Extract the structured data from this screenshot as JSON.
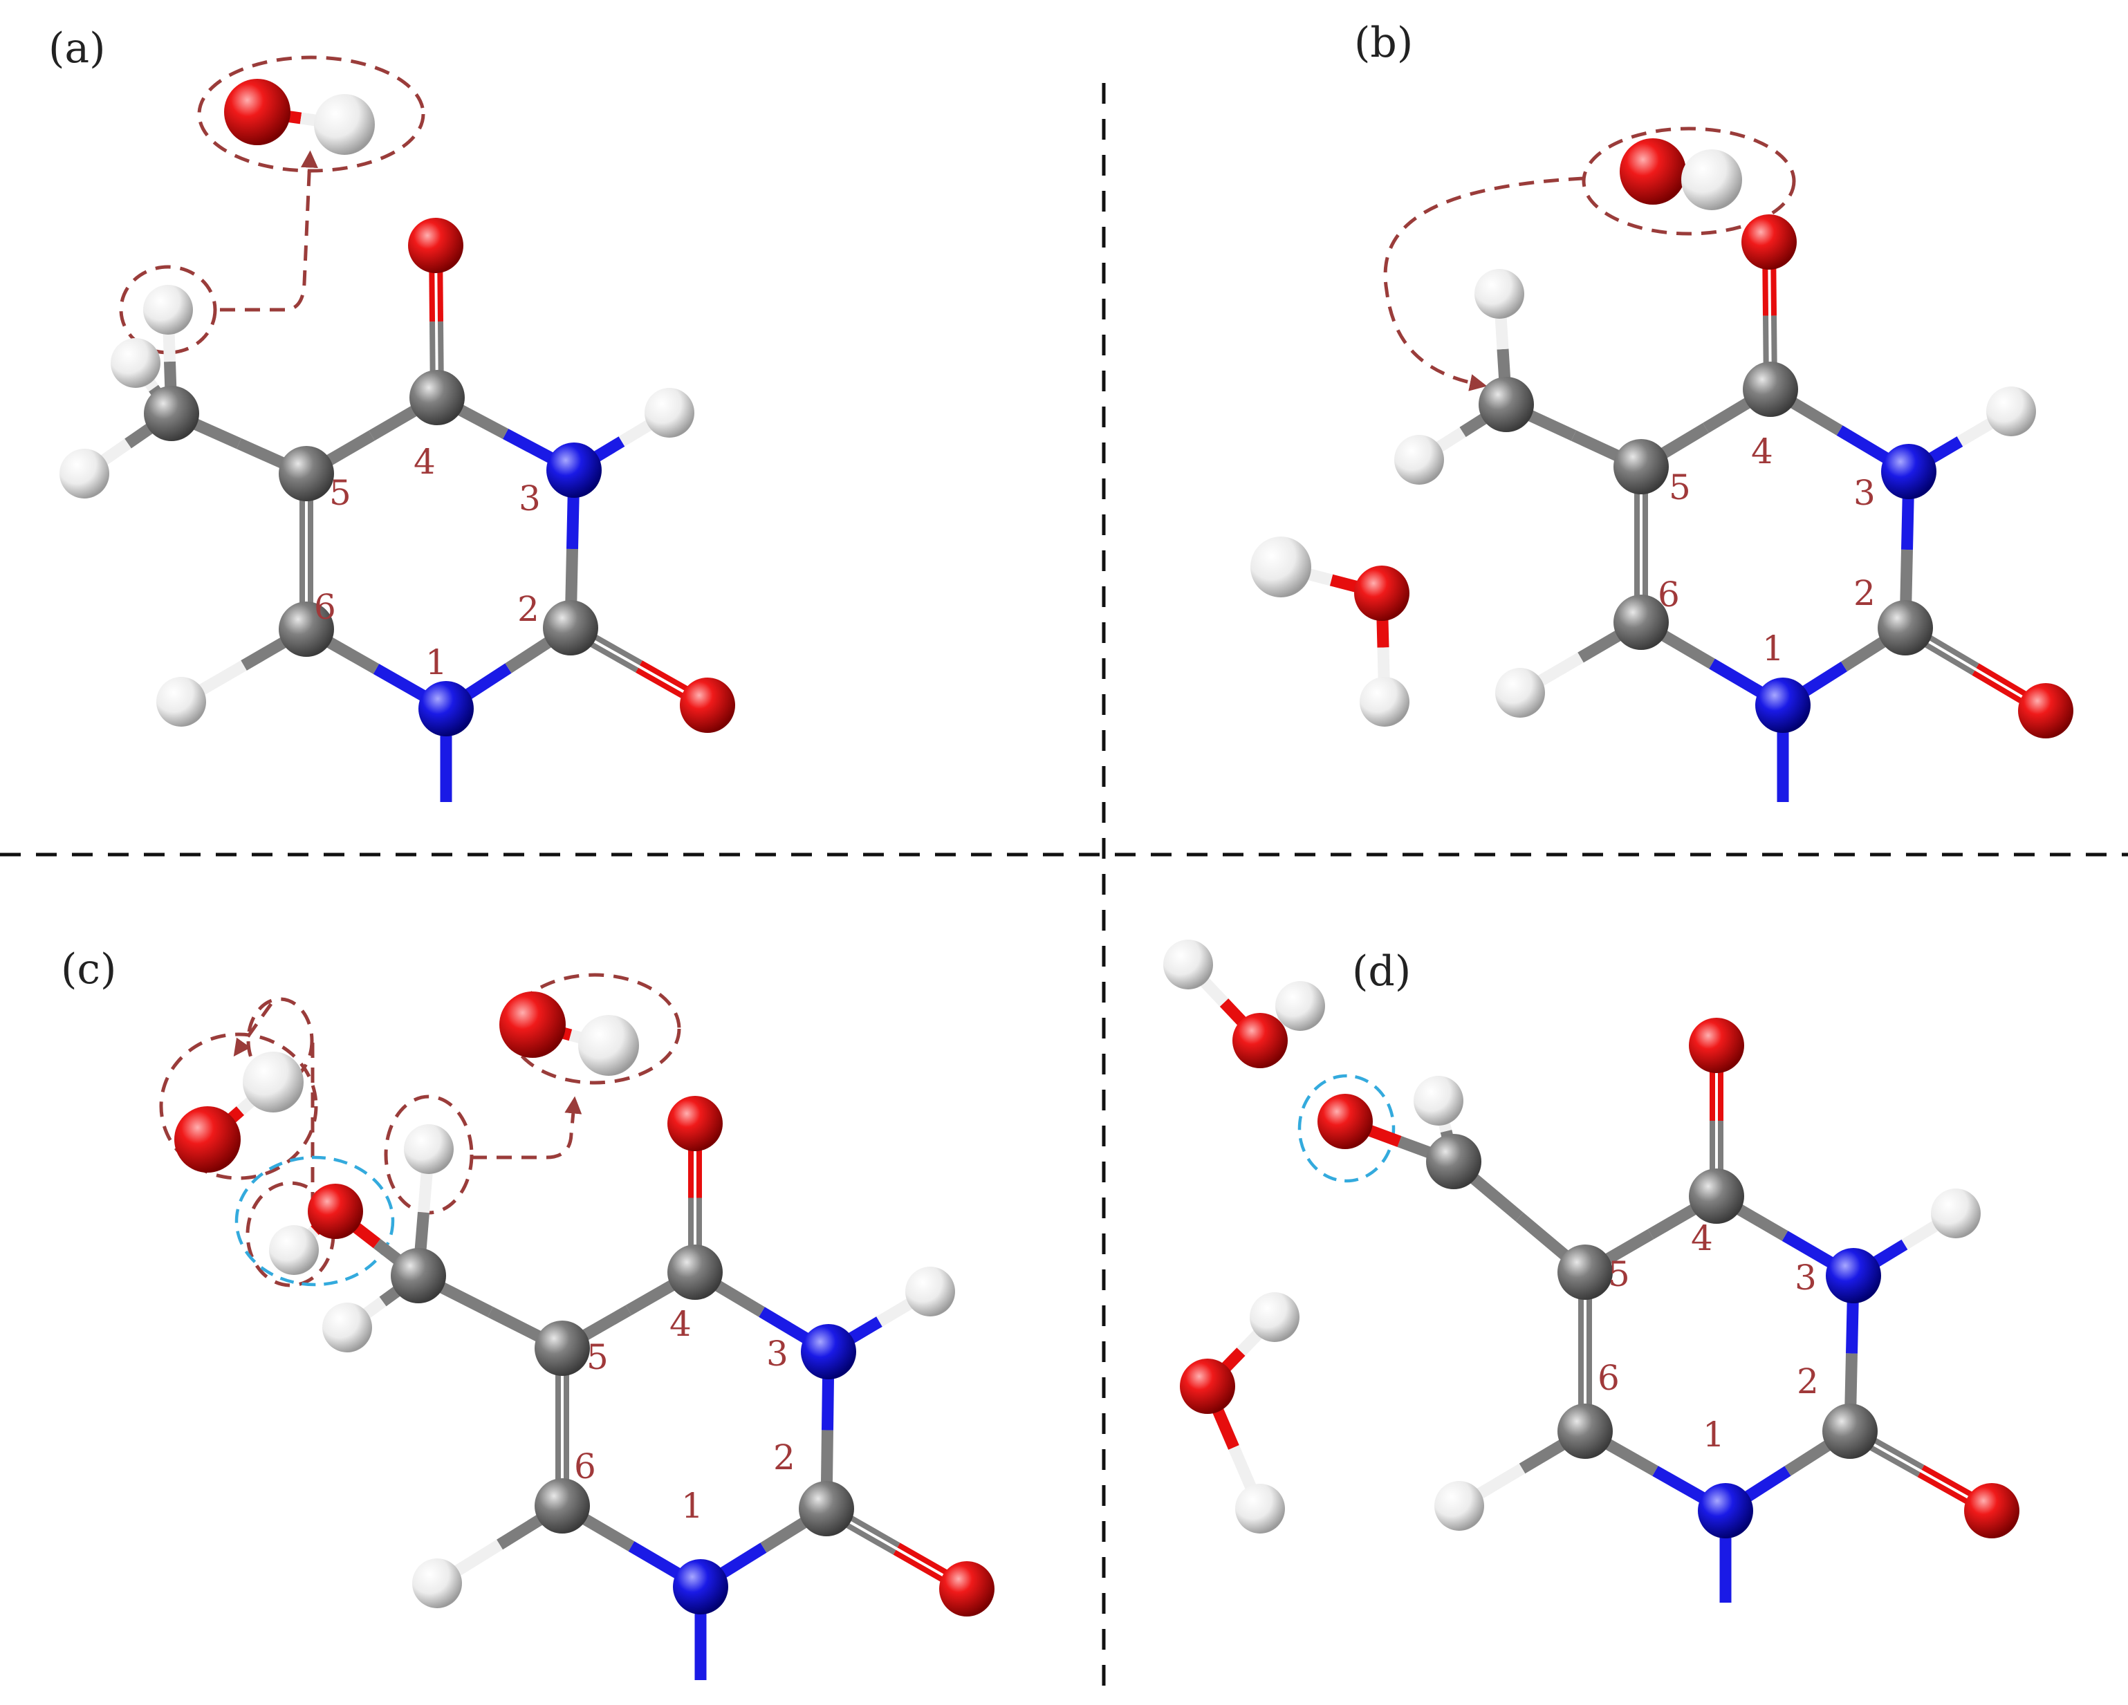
{
  "colors": {
    "carbon": "#7d7d7d",
    "nitrogen": "#1a1ae6",
    "oxygen": "#e60d0d",
    "hydrogen": "#f0f0f0",
    "annotation": "#9a3c3a",
    "highlight": "#33aadd",
    "divider": "#111111"
  },
  "panels": [
    {
      "label": "(a)",
      "numbers": [
        "1",
        "2",
        "3",
        "4",
        "5",
        "6"
      ]
    },
    {
      "label": "(b)",
      "numbers": [
        "1",
        "2",
        "3",
        "4",
        "5",
        "6"
      ]
    },
    {
      "label": "(c)",
      "numbers": [
        "1",
        "2",
        "3",
        "4",
        "5",
        "6"
      ]
    },
    {
      "label": "(d)",
      "numbers": [
        "1",
        "2",
        "3",
        "4",
        "5",
        "6"
      ]
    }
  ]
}
